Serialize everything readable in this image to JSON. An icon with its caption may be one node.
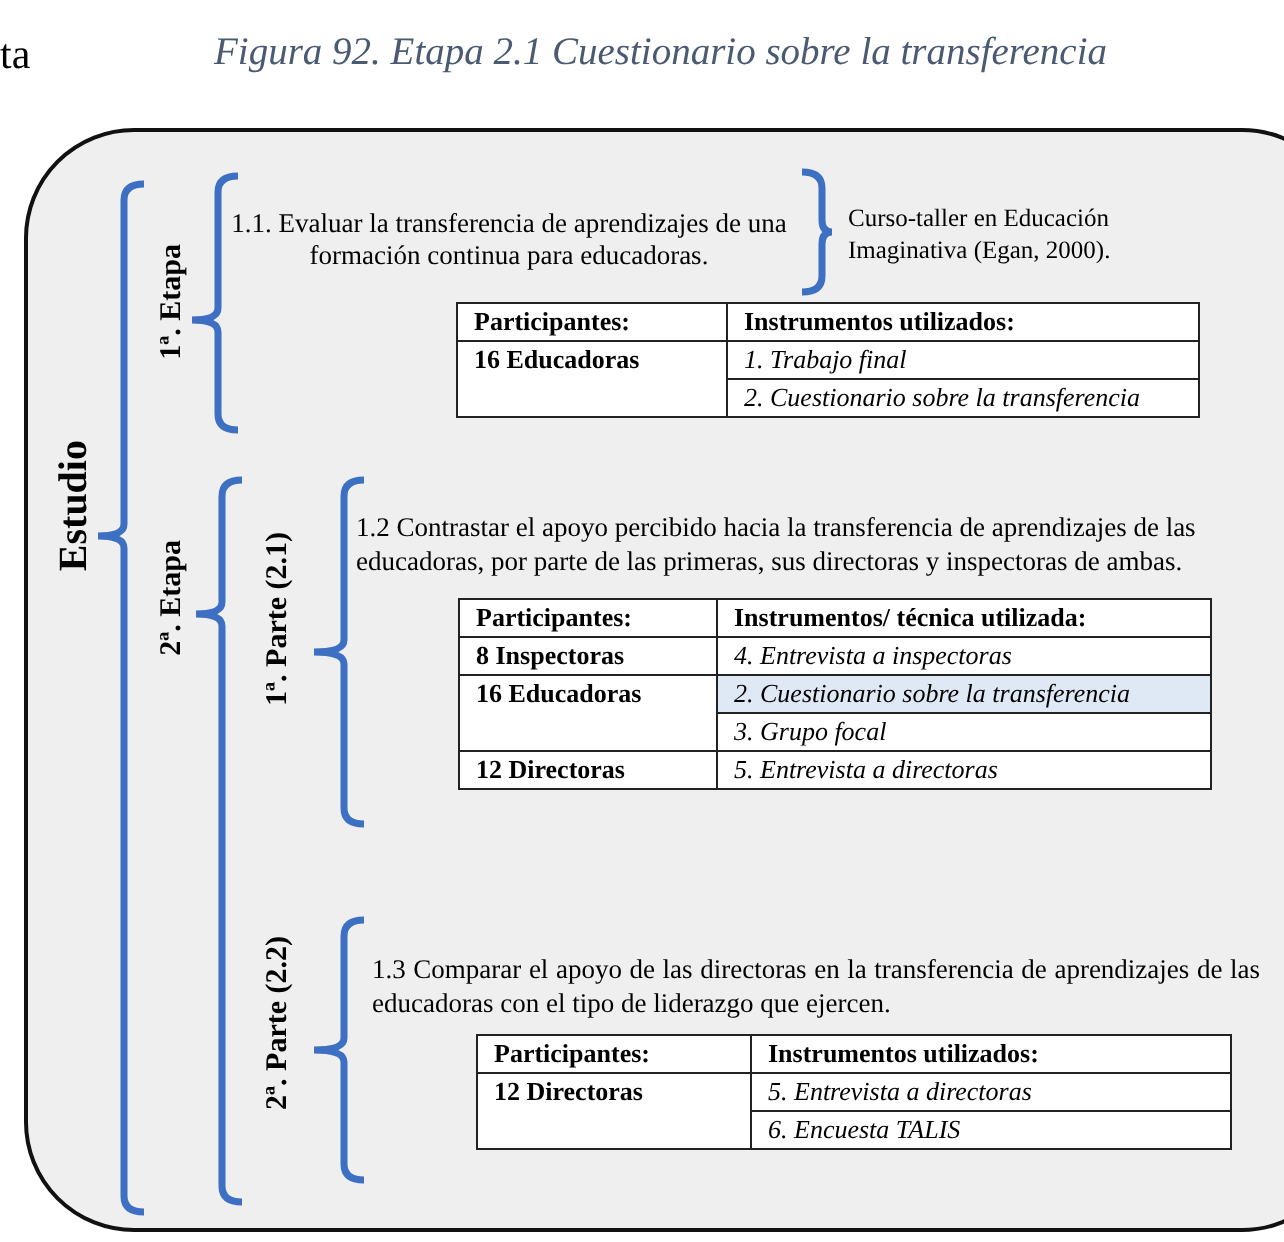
{
  "diagram": {
    "title": "Figura 92. Etapa 2.1 Cuestionario sobre la transferencia",
    "labels": [
      "ta",
      "Estudio",
      "1ª. Etapa",
      "1.1. Evaluar la transferencia de aprendizajes de una formación continua para educadoras.",
      "Curso-taller en Educación Imaginativa (Egan, 2000).",
      "Participantes:",
      "Instrumentos utilizados:",
      "16 Educadoras",
      "1. Trabajo final",
      "2. Cuestionario sobre la transferencia",
      "2ª. Etapa",
      "1ª. Parte (2.1)",
      "1.2 Contrastar el apoyo percibido hacia la transferencia de aprendizajes de las educadoras, por parte de las primeras, sus directoras y inspectoras de ambas.",
      "Participantes:",
      "Instrumentos/ técnica utilizada:",
      "8 Inspectoras",
      "4. Entrevista a inspectoras",
      "16 Educadoras",
      "2. Cuestionario sobre la transferencia",
      "3. Grupo focal",
      "12 Directoras",
      "5. Entrevista a directoras",
      "2ª. Parte (2.2)",
      "1.3 Comparar el apoyo de las directoras en la transferencia de aprendizajes de las educadoras con el tipo de liderazgo que ejercen.",
      "Participantes:",
      "Instrumentos utilizados:",
      "12 Directoras",
      "5. Entrevista a directoras",
      "6. Encuesta TALIS"
    ]
  }
}
